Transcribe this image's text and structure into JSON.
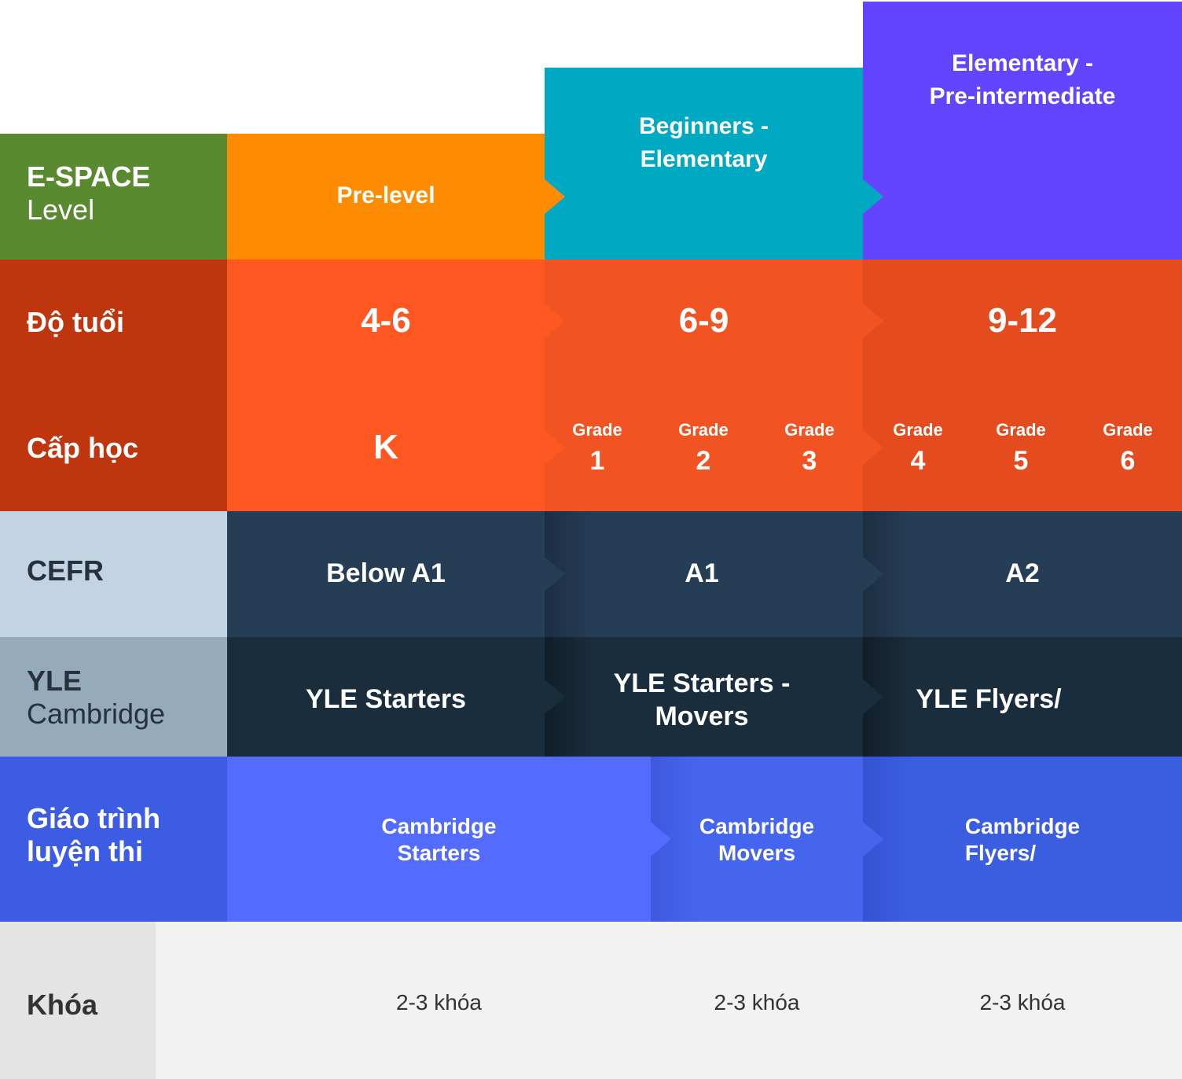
{
  "labels": {
    "espace_line1": "E-SPACE",
    "espace_line2": "Level",
    "age": "Độ tuổi",
    "grade": "Cấp học",
    "cefr": "CEFR",
    "yle_line1": "YLE",
    "yle_line2": "Cambridge",
    "curriculum_line1": "Giáo trình",
    "curriculum_line2": "luyện thi",
    "course": "Khóa"
  },
  "levels": [
    {
      "name_line1": "Pre-level",
      "name_line2": "",
      "age": "4-6",
      "grade": "K",
      "cefr": "Below A1",
      "yle_line1": "YLE Starters",
      "yle_line2": ""
    },
    {
      "name_line1": "Beginners -",
      "name_line2": "Elementary",
      "age": "6-9",
      "cefr": "A1",
      "yle_line1": "YLE Starters -",
      "yle_line2": "Movers"
    },
    {
      "name_line1": "Elementary -",
      "name_line2": "Pre-intermediate",
      "age": "9-12",
      "cefr": "A2",
      "yle_line1": "YLE Flyers/",
      "yle_line2": ""
    }
  ],
  "grades": [
    {
      "label": "Grade",
      "num": "1"
    },
    {
      "label": "Grade",
      "num": "2"
    },
    {
      "label": "Grade",
      "num": "3"
    },
    {
      "label": "Grade",
      "num": "4"
    },
    {
      "label": "Grade",
      "num": "5"
    },
    {
      "label": "Grade",
      "num": "6"
    }
  ],
  "curriculum": [
    {
      "line1": "Cambridge",
      "line2": "Starters",
      "course": "2-3 khóa"
    },
    {
      "line1": "Cambridge",
      "line2": "Movers",
      "course": "2-3 khóa"
    },
    {
      "line1": "Cambridge",
      "line2": "Flyers/",
      "course": "2-3 khóa"
    }
  ],
  "colors": {
    "green": "#5a8a30",
    "orange": "#ff8c00",
    "teal": "#00a9c2",
    "purple": "#6445ff",
    "dark_red": "#bf350e",
    "red_orange": "#ff5722",
    "red_mid": "#f25322",
    "red_dark": "#e44b1f",
    "light_blue": "#c2d3e3",
    "navy": "#263d56",
    "grey_blue": "#95aabb",
    "dark_navy": "#1a2d3c",
    "blue_label": "#3d5ce4",
    "blue_1": "#536bff",
    "blue_2": "#4665ee",
    "blue_3": "#3b5ee0",
    "light_grey": "#e4e4e4",
    "lighter_grey": "#f2f2f2"
  }
}
